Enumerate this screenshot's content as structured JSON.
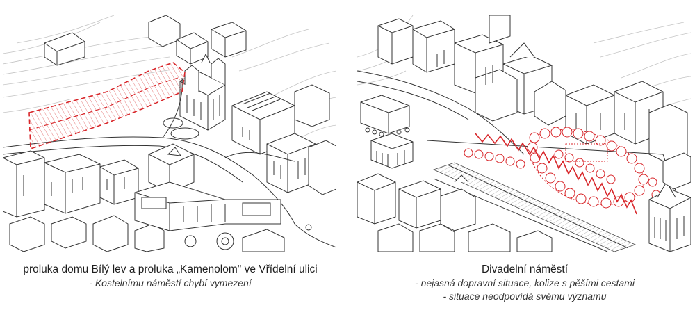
{
  "panels": [
    {
      "caption": {
        "title": "proluka domu Bílý lev a proluka „Kamenolom\" ve Vřídelní ulici",
        "notes": [
          "- Kostelnímu náměstí chybí vymezení"
        ]
      }
    },
    {
      "caption": {
        "title": "Divadelní náměstí",
        "notes": [
          "- nejasná dopravní situace, kolize s pěšími cestami",
          "- situace neodpovídá svému významu"
        ]
      }
    }
  ],
  "colors": {
    "line": "#3a3a3a",
    "contour": "#bdbdbd",
    "highlight": "#d8262a",
    "background": "#ffffff"
  }
}
